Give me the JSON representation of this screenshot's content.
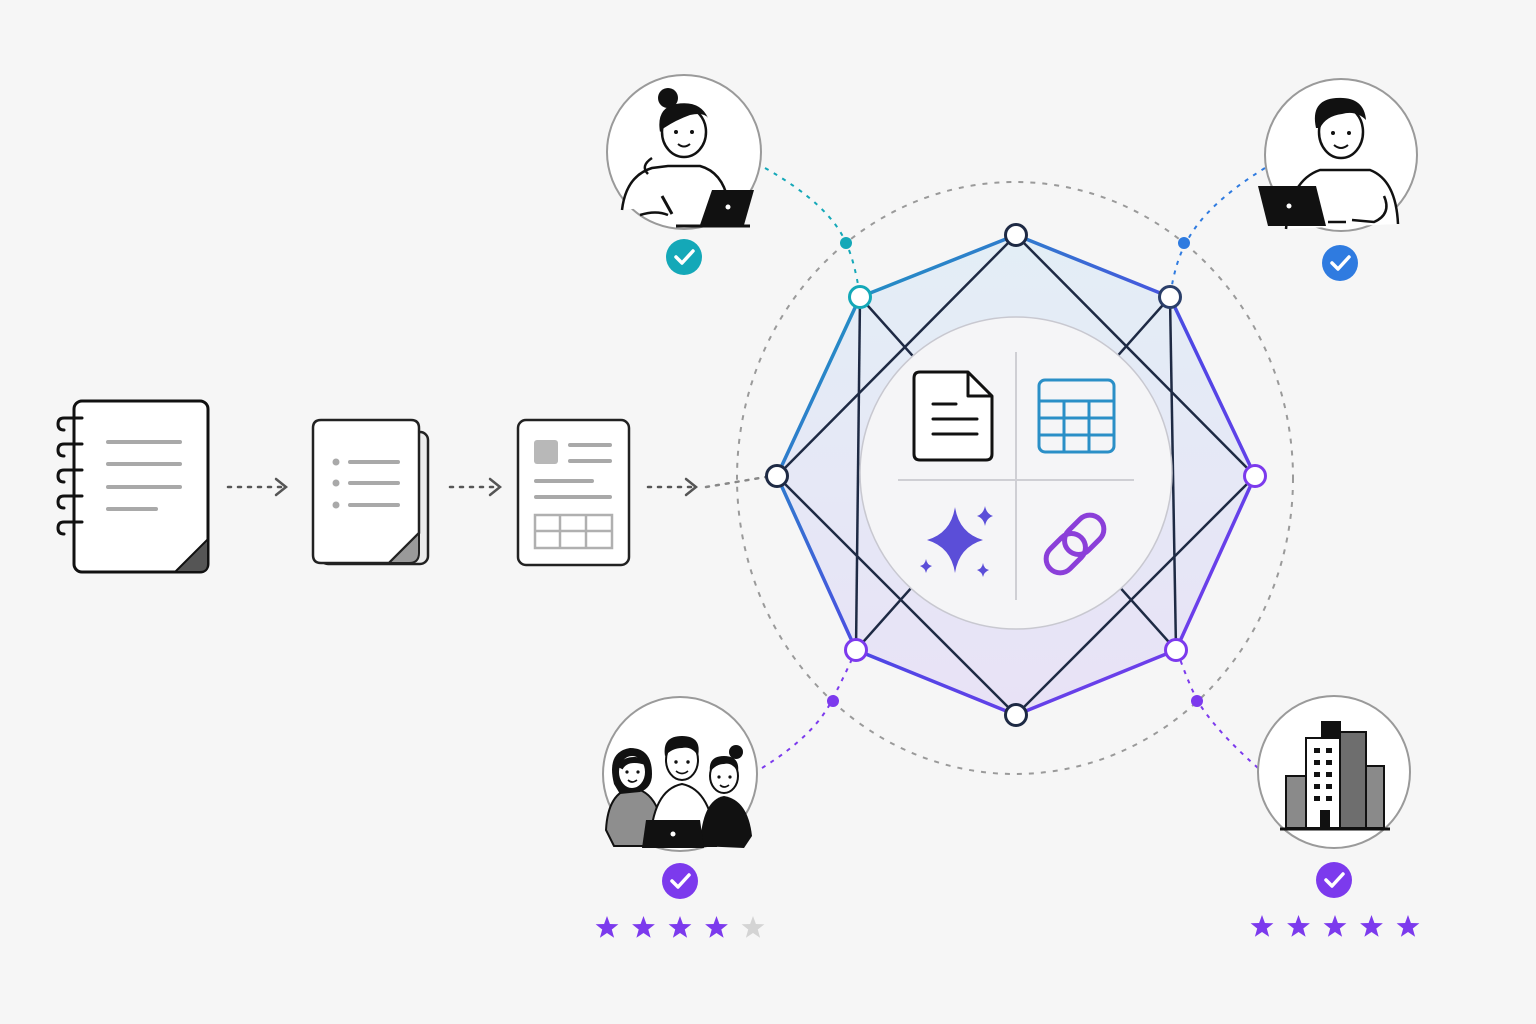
{
  "colors": {
    "background": "#f6f6f6",
    "ink": "#111111",
    "teal": "#14a8b8",
    "blue": "#2f7be0",
    "purple": "#7c3aed",
    "indigo": "#4f46e5",
    "star_off": "#d4d4d4",
    "gray_line": "#999999"
  },
  "pipeline": {
    "stages": [
      {
        "name": "notebook-icon"
      },
      {
        "name": "document-list-icon"
      },
      {
        "name": "structured-document-icon"
      }
    ]
  },
  "hub": {
    "quadrants": [
      {
        "name": "text-document-icon",
        "color": "#111111"
      },
      {
        "name": "table-icon",
        "color": "#2a8fc7"
      },
      {
        "name": "sparkle-icon",
        "color": "#5b4ed8"
      },
      {
        "name": "link-icon",
        "color": "#8b3fd9"
      }
    ]
  },
  "profiles": [
    {
      "name": "woman-with-laptop",
      "verified": true,
      "check_color": "#14a8b8"
    },
    {
      "name": "man-with-laptop",
      "verified": true,
      "check_color": "#2f7be0"
    },
    {
      "name": "team-group",
      "verified": true,
      "check_color": "#7c3aed",
      "rating": 4,
      "max_rating": 5
    },
    {
      "name": "office-building",
      "verified": true,
      "check_color": "#7c3aed",
      "rating": 5,
      "max_rating": 5
    }
  ]
}
